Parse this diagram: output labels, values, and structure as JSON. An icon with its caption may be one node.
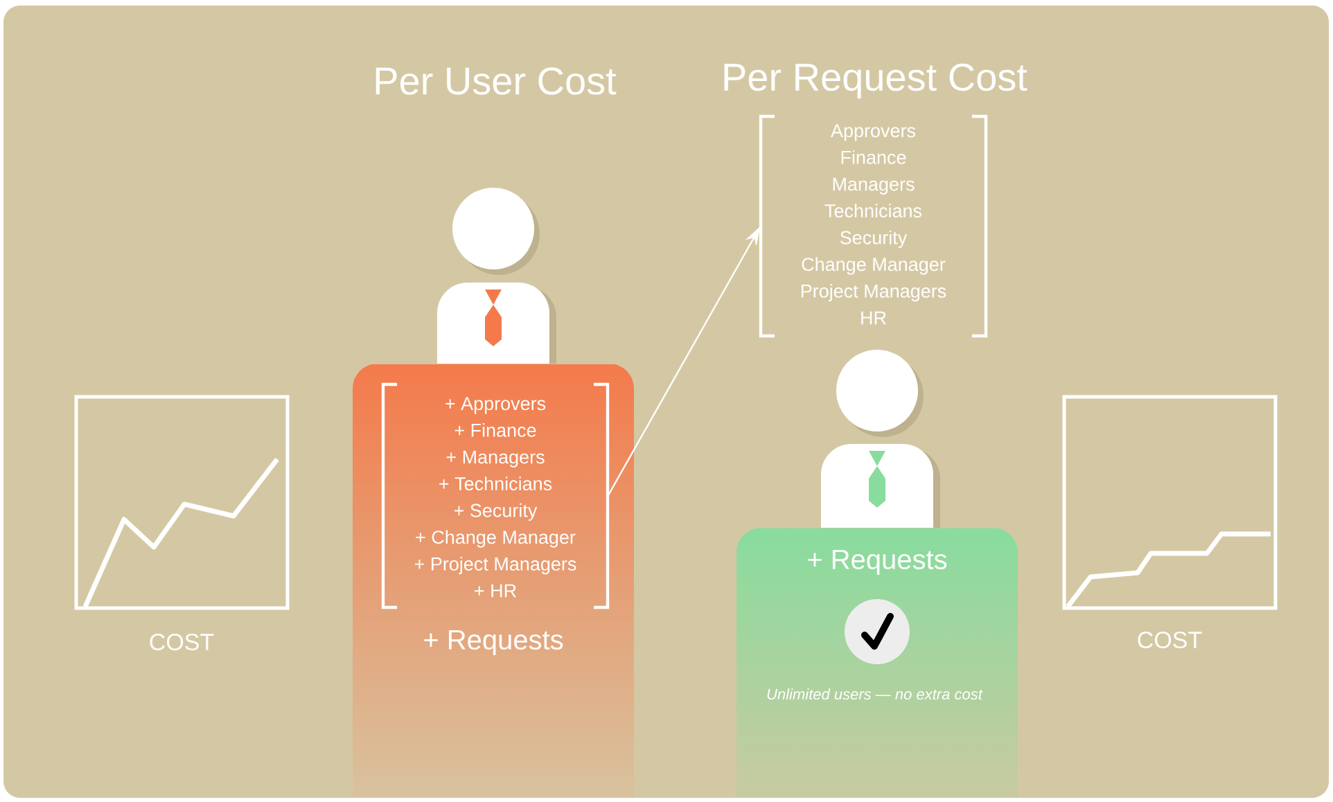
{
  "diagram": {
    "nodes": [
      {
        "text": [
          "+ Requests"
        ]
      },
      {
        "text": [
          "+ Approvers",
          "+ Finance",
          "+ Managers",
          "+ Technicians",
          "+ Security",
          "+ Change Manager",
          "+ Project Managers",
          "+ HR"
        ],
        "in": 0
      },
      {
        "text": [
          "Approvers",
          "Finance",
          "Managers",
          "Technicians",
          "Security",
          "Change Manager",
          "Project Managers",
          "HR"
        ]
      },
      {
        "text": [
          "+ Requests",
          "Unlimited users — no extra cost"
        ]
      }
    ],
    "edges": [
      {
        "from": 1,
        "to": 2,
        "arrow": "to"
      }
    ],
    "labels": [
      "Per User Cost",
      "Per Request Cost",
      "COST",
      "COST"
    ]
  }
}
